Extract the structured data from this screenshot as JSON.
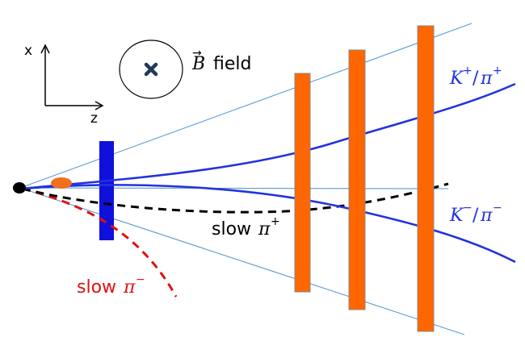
{
  "axes": {
    "x_label": "x",
    "z_label": "z"
  },
  "field": {
    "symbol": "B",
    "arrow": "→",
    "label": "field"
  },
  "labels": {
    "k_plus_main": "K",
    "k_plus_sup": "+",
    "k_plus_sep": "/",
    "k_plus_pi": "π",
    "k_plus_pi_sup": "+",
    "k_minus_main": "K",
    "k_minus_sup": "−",
    "k_minus_sep": "/",
    "k_minus_pi": "π",
    "k_minus_pi_sup": "−",
    "slow_pi_plus": "slow",
    "slow_pi_plus_sym": "π",
    "slow_pi_plus_sup": "+",
    "slow_pi_minus": "slow",
    "slow_pi_minus_sym": "π",
    "slow_pi_minus_sup": "−"
  },
  "colors": {
    "positive_track": "#2233dd",
    "slow_pi_minus_track": "#e01010",
    "slow_pi_plus_track": "#000000",
    "detector_plane": "#ff6600",
    "detector_edge": "#888888",
    "inner_detector": "#1010dd",
    "acceptance_lines": "#5b9bd5",
    "k_label_color": "#2233dd",
    "slow_pi_minus_color": "#e01010"
  }
}
